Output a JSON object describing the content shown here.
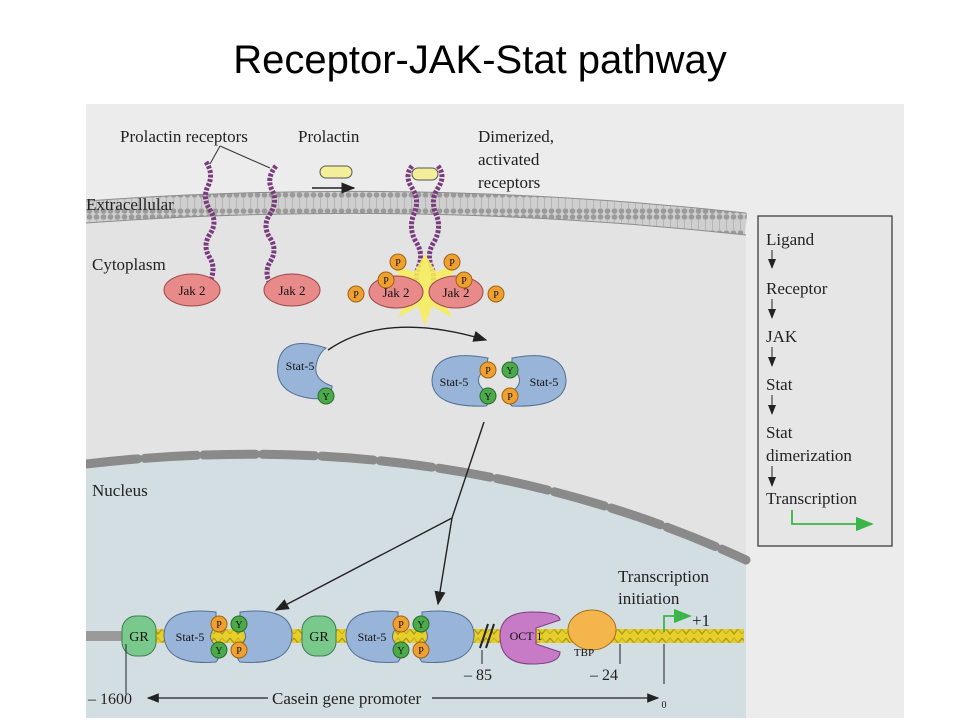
{
  "title": "Receptor-JAK-Stat pathway",
  "labels": {
    "prolactin_receptors": "Prolactin receptors",
    "prolactin": "Prolactin",
    "dimerized_1": "Dimerized,",
    "dimerized_2": "activated",
    "dimerized_3": "receptors",
    "extracellular": "Extracellular",
    "cytoplasm": "Cytoplasm",
    "nucleus": "Nucleus",
    "transcription_initiation_1": "Transcription",
    "transcription_initiation_2": "initiation",
    "plus_one": "+1",
    "casein_promoter": "Casein gene promoter",
    "pos_1600": "– 1600",
    "pos_85": "– 85",
    "pos_24": "– 24",
    "pos_0": "0"
  },
  "proteins": {
    "jak": "Jak 2",
    "stat": "Stat-5",
    "gr": "GR",
    "oct": "OCT 1",
    "tbp": "TBP",
    "p": "P",
    "y": "Y"
  },
  "legend": {
    "steps": [
      "Ligand",
      "Receptor",
      "JAK",
      "Stat",
      "Stat",
      "dimerization",
      "Transcription"
    ]
  },
  "colors": {
    "cytoplasm": "#e6e6e6",
    "nucleus": "#d3dee3",
    "receptor": "#7a3b7e",
    "jak": "#e88a8a",
    "stat": "#98b4d8",
    "phospho": "#f0a030",
    "tyrosine": "#4caa4a",
    "gr": "#79c98c",
    "oct": "#c77ac5",
    "tbp": "#f3b54c",
    "dna": "#e6cf2a",
    "arrow_green": "#3bb54a"
  }
}
